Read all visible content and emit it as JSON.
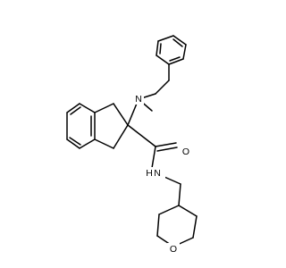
{
  "structure": {
    "atoms": {
      "nitrogen_amine": {
        "symbol": "N",
        "color": "#000000"
      },
      "nitrogen_amide": {
        "symbol": "N",
        "color": "#000000"
      },
      "hydrogen_amide": {
        "symbol": "H",
        "color": "#000000"
      },
      "oxygen_carbonyl": {
        "symbol": "O",
        "color": "#000000"
      },
      "oxygen_ring": {
        "symbol": "O",
        "color": "#000000"
      }
    }
  }
}
